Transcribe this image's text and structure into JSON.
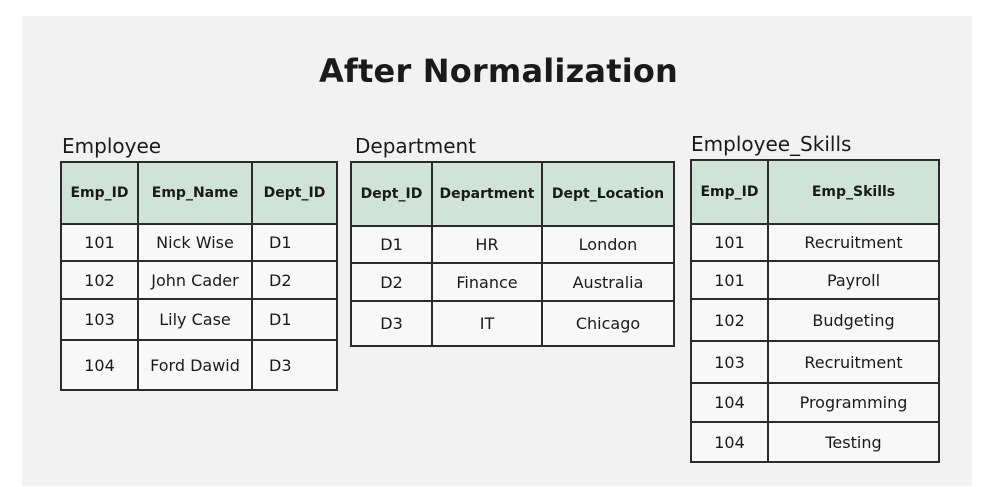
{
  "title": "After Normalization",
  "employee": {
    "name": "Employee",
    "headers": [
      "Emp_ID",
      "Emp_Name",
      "Dept_ID"
    ],
    "rows": [
      [
        "101",
        "Nick Wise",
        "D1"
      ],
      [
        "102",
        "John Cader",
        "D2"
      ],
      [
        "103",
        "Lily Case",
        "D1"
      ],
      [
        "104",
        "Ford Dawid",
        "D3"
      ]
    ]
  },
  "department": {
    "name": "Department",
    "headers": [
      "Dept_ID",
      "Department",
      "Dept_Location"
    ],
    "rows": [
      [
        "D1",
        "HR",
        "London"
      ],
      [
        "D2",
        "Finance",
        "Australia"
      ],
      [
        "D3",
        "IT",
        "Chicago"
      ]
    ]
  },
  "skills": {
    "name": "Employee_Skills",
    "headers": [
      "Emp_ID",
      "Emp_Skills"
    ],
    "rows": [
      [
        "101",
        "Recruitment"
      ],
      [
        "101",
        "Payroll"
      ],
      [
        "102",
        "Budgeting"
      ],
      [
        "103",
        "Recruitment"
      ],
      [
        "104",
        "Programming"
      ],
      [
        "104",
        "Testing"
      ]
    ]
  },
  "colors": {
    "panel_bg": "#f2f2f2",
    "header_bg": "#cfe3d9",
    "border": "#2b2b2b"
  }
}
